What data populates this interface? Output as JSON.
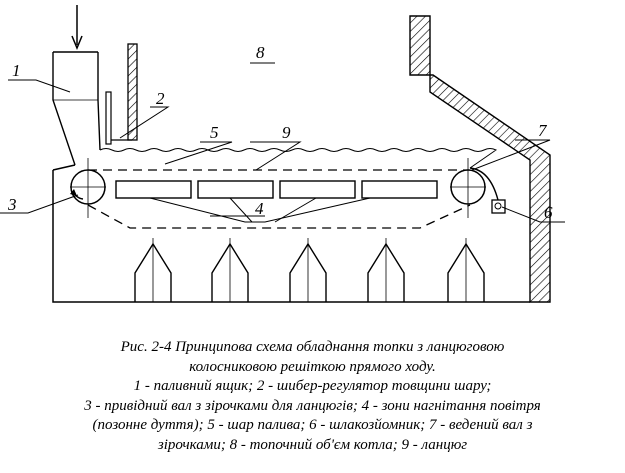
{
  "labels": {
    "l1": "1",
    "l2": "2",
    "l3": "3",
    "l4": "4",
    "l5": "5",
    "l6": "6",
    "l7": "7",
    "l8": "8",
    "l9": "9"
  },
  "caption": {
    "lines": [
      "Рис. 2-4 Принципова схема обладнання топки з ланцюговою",
      "колосниковою решіткою прямого ходу.",
      "1 - паливний ящик; 2 - шибер-регулятор товщини шару;",
      "3 - привідний вал з зірочками для ланцюгів; 4 - зони нагнітання повітря",
      "(позонне дуття); 5 - шар палива; 6 - шлакозйомник; 7 - ведений вал з",
      "зірочками; 8 - топочний об'єм котла; 9 - ланцюг"
    ]
  },
  "colors": {
    "ink": "#000000",
    "background": "#ffffff"
  }
}
